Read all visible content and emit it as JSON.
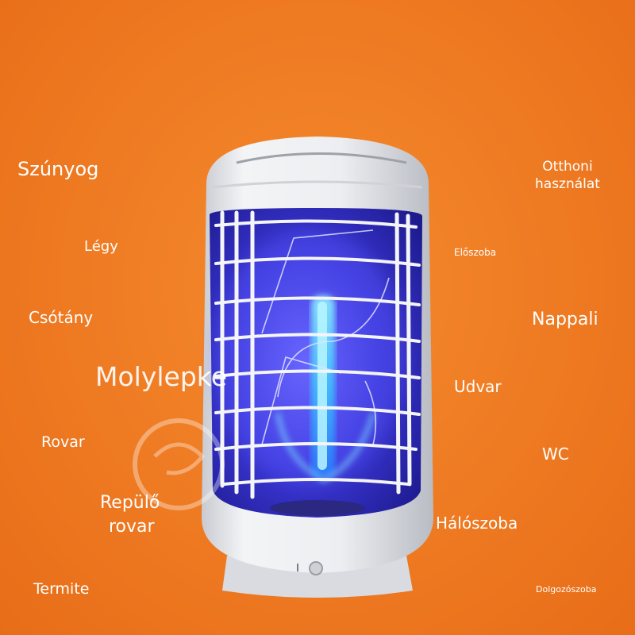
{
  "left_labels": [
    "Szúnyog",
    "Légy",
    "Csótány",
    "Molylepke",
    "Rovar",
    "Repülő",
    "rovar",
    "Termite"
  ],
  "right_labels": [
    "Otthoni",
    "használat",
    "Előszoba",
    "Nappali",
    "Udvar",
    "WC",
    "Hálószoba",
    "Dolgozószoba"
  ],
  "colors": {
    "background": "#ee7a22",
    "lamp_body": "#ecedf0",
    "uv_glow": "#3d3ad8",
    "core_glow": "#5ad8ff"
  },
  "icons": [
    "power-button-icon"
  ]
}
